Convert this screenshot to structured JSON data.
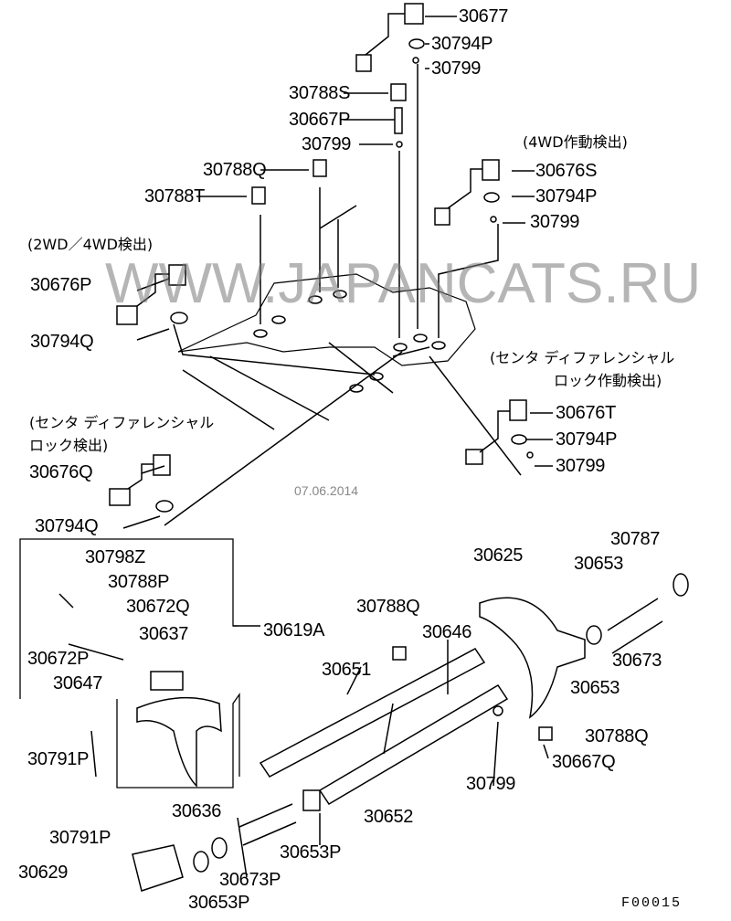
{
  "diagram": {
    "labels": {
      "p30677": "30677",
      "p30794P_top": "30794P",
      "p30799_top": "30799",
      "p30788S": "30788S",
      "p30667P": "30667P",
      "p30799_mid": "30799",
      "p30788Q_top": "30788Q",
      "p30788T": "30788T",
      "p30676S": "30676S",
      "p30794P_right": "30794P",
      "p30799_right": "30799",
      "p30676P": "30676P",
      "p30794Q_upper": "30794Q",
      "p30676T": "30676T",
      "p30794P_lower": "30794P",
      "p30799_lower": "30799",
      "p30676Q": "30676Q",
      "p30794Q_lower": "30794Q",
      "p30787": "30787",
      "p30653_a": "30653",
      "p30625": "30625",
      "p30798Z": "30798Z",
      "p30788P": "30788P",
      "p30672Q": "30672Q",
      "p30637": "30637",
      "p30619A": "30619A",
      "p30788Q_mid": "30788Q",
      "p30646": "30646",
      "p30672P": "30672P",
      "p30673": "30673",
      "p30651": "30651",
      "p30647": "30647",
      "p30653_b": "30653",
      "p30788Q_low": "30788Q",
      "p30791P_a": "30791P",
      "p30667Q": "30667Q",
      "p30799_bottom": "30799",
      "p30652": "30652",
      "p30636": "30636",
      "p30791P_b": "30791P",
      "p30653P_a": "30653P",
      "p30629": "30629",
      "p30673P": "30673P",
      "p30653P_b": "30653P"
    },
    "notes": {
      "n4wd": "(4WD作動検出)",
      "n2wd4wd": "(2WD／4WD検出)",
      "ncdl_act_1": "(センタ ディファレンシャル",
      "ncdl_act_2": "ロック作動検出)",
      "ncdl_1": "(センタ ディファレンシャル",
      "ncdl_2": "ロック検出)"
    },
    "watermark": "WWW.JAPANCATS.RU",
    "date": "07.06.2014",
    "figure_code": "F00015"
  }
}
